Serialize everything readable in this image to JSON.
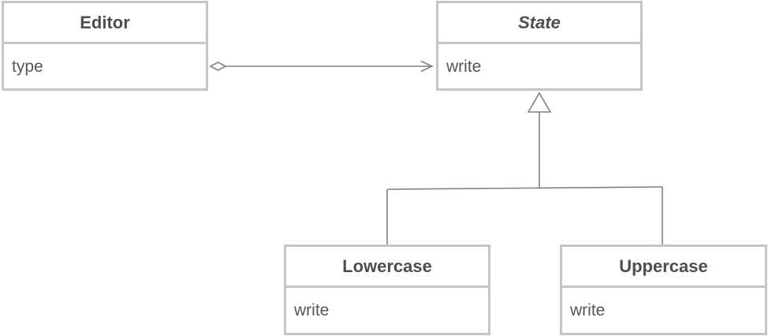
{
  "classes": {
    "editor": {
      "name": "Editor",
      "members": [
        "type"
      ]
    },
    "state": {
      "name": "State",
      "abstract": true,
      "members": [
        "write"
      ]
    },
    "lowercase": {
      "name": "Lowercase",
      "members": [
        "write"
      ]
    },
    "uppercase": {
      "name": "Uppercase",
      "members": [
        "write"
      ]
    }
  },
  "relations": [
    {
      "from": "Editor",
      "to": "State",
      "kind": "aggregation"
    },
    {
      "from": "Lowercase",
      "to": "State",
      "kind": "generalization"
    },
    {
      "from": "Uppercase",
      "to": "State",
      "kind": "generalization"
    }
  ],
  "colors": {
    "box_border": "#c4c6c6",
    "line": "#808080",
    "text": "#4d4d4d"
  }
}
